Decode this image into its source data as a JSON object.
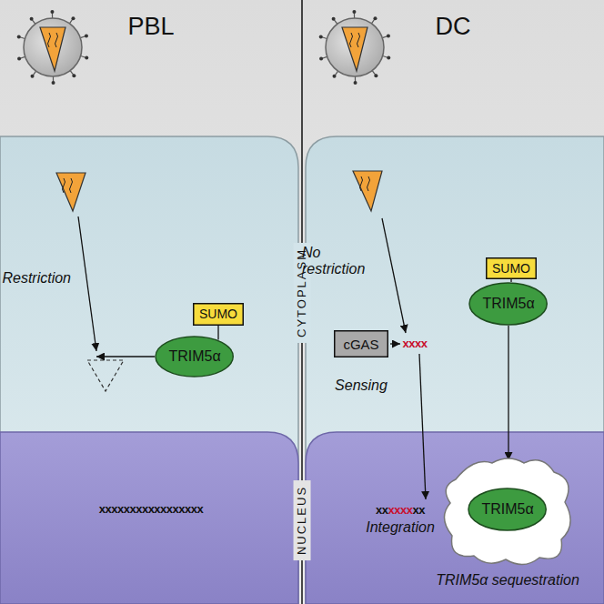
{
  "diagram": {
    "nodes": [
      {
        "text": [
          "SUMO"
        ]
      },
      {
        "text": [
          "TRIM5α"
        ]
      },
      {
        "text": [
          "cGAS"
        ]
      },
      {
        "text": [
          "SUMO"
        ]
      },
      {
        "text": [
          "TRIM5α"
        ]
      },
      {
        "text": [
          "TRIM5α sequestration"
        ]
      },
      {
        "text": [
          "TRIM5α"
        ],
        "in": 5
      }
    ],
    "edges": [
      {
        "from": 0,
        "to": 1,
        "arrow": "none"
      },
      {
        "from": 3,
        "to": 4,
        "arrow": "none"
      },
      {
        "from": 4,
        "to": 5,
        "arrow": "to"
      }
    ],
    "labels": [
      "PBL",
      "DC",
      "CYTOPLASM",
      "NUCLEUS",
      "Restriction",
      "No restriction",
      "Sensing",
      "xxxxxxxxxxxxxxxxx",
      "xxxx",
      "xx",
      "xxxx",
      "xx",
      "Integration"
    ]
  }
}
